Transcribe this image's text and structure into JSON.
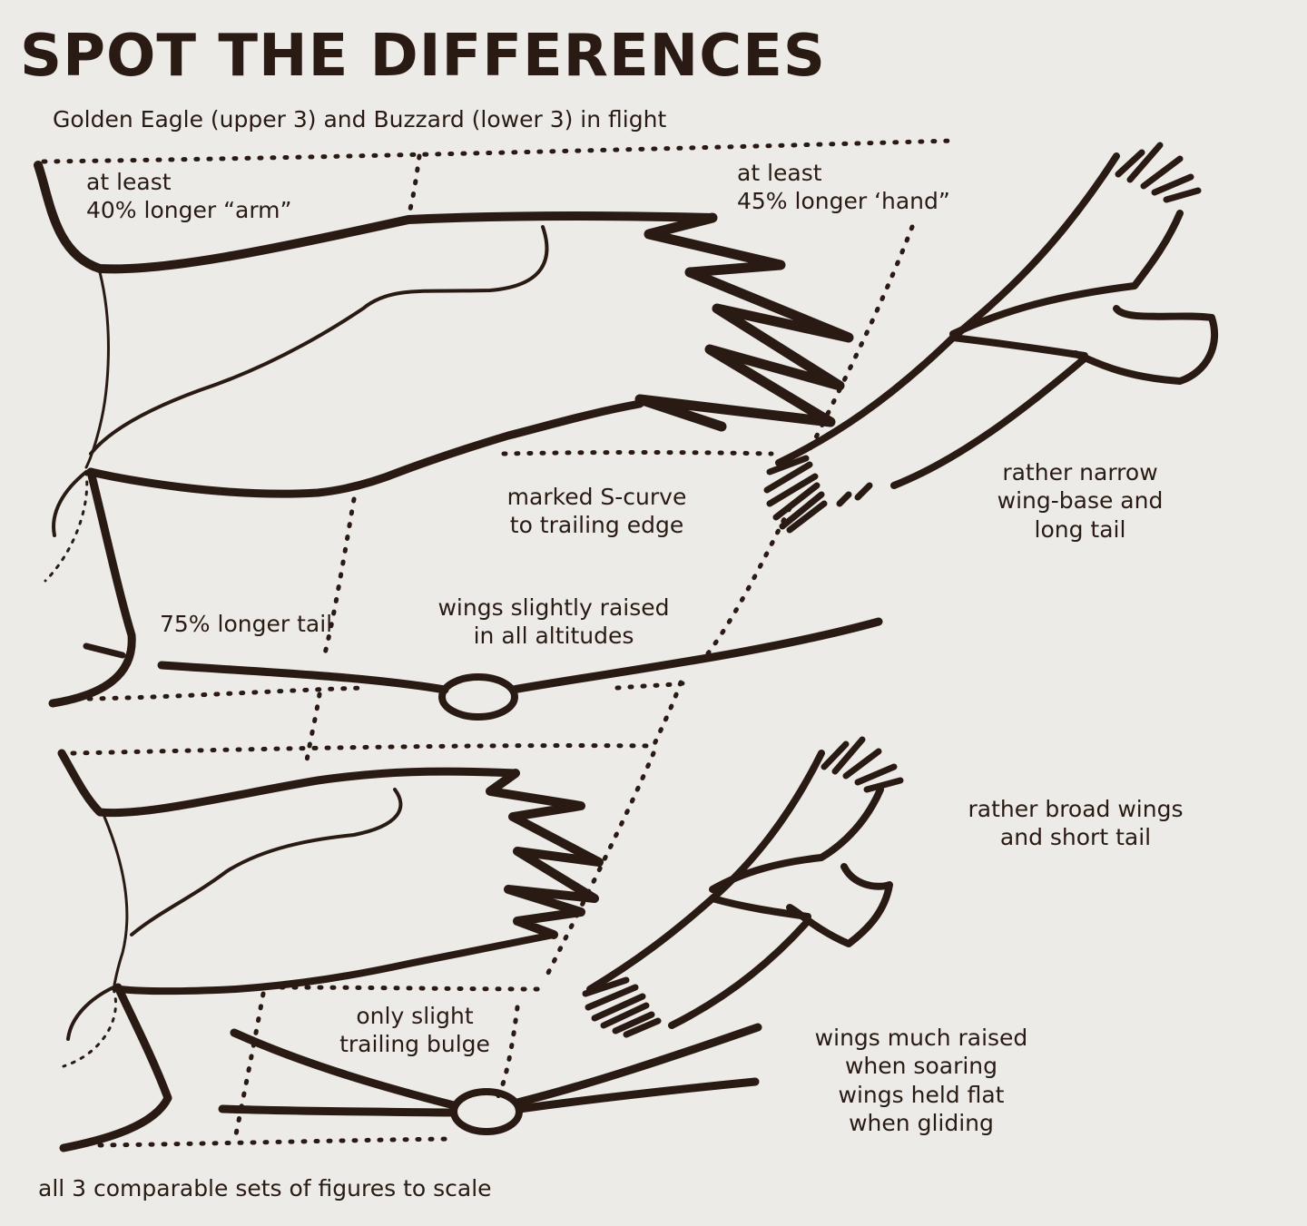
{
  "title": "SPOT THE DIFFERENCES",
  "subtitle": "Golden Eagle (upper 3) and Buzzard (lower 3) in flight",
  "labels": {
    "arm": "at least\n40% longer “arm”",
    "hand": "at least\n45% longer ‘hand”",
    "s_curve": "marked S-curve\nto trailing edge",
    "narrow": "rather narrow\nwing-base and\nlong tail",
    "tail": "75% longer tail",
    "raised": "wings slightly raised\nin all altitudes",
    "broad": "rather broad wings\nand short tail",
    "bulge": "only slight\ntrailing bulge",
    "soaring": "wings much raised\nwhen soaring\nwings held flat\nwhen gliding",
    "footer": "all 3 comparable sets of figures to scale"
  },
  "colors": {
    "ink": "#2a1a14",
    "paper": "#ecebe7"
  }
}
